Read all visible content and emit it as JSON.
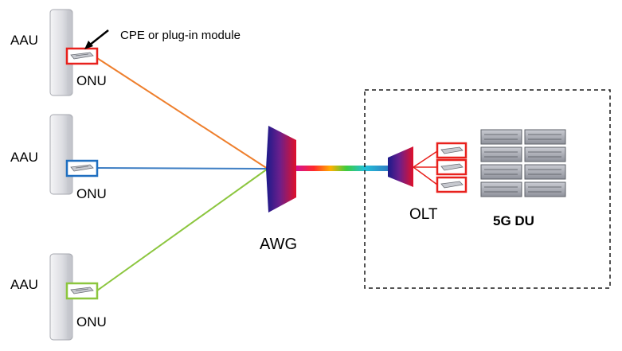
{
  "labels": {
    "aau": "AAU",
    "onu": "ONU",
    "cpe_note": "CPE or plug-in module",
    "awg": "AWG",
    "olt": "OLT",
    "du": "5G DU"
  },
  "colors": {
    "onu_1": "#e8211d",
    "onu_2": "#1f6fc0",
    "onu_3": "#8cc63f",
    "fiber_1": "#ee7f2d",
    "fiber_2": "#3f7fc4",
    "fiber_3": "#8cc63f",
    "olt_modules": "#e8211d"
  },
  "icons": [
    "aau-panel-icon",
    "onu-module-icon",
    "awg-prism-icon",
    "olt-prism-icon",
    "server-rack-icon",
    "arrow-icon"
  ]
}
